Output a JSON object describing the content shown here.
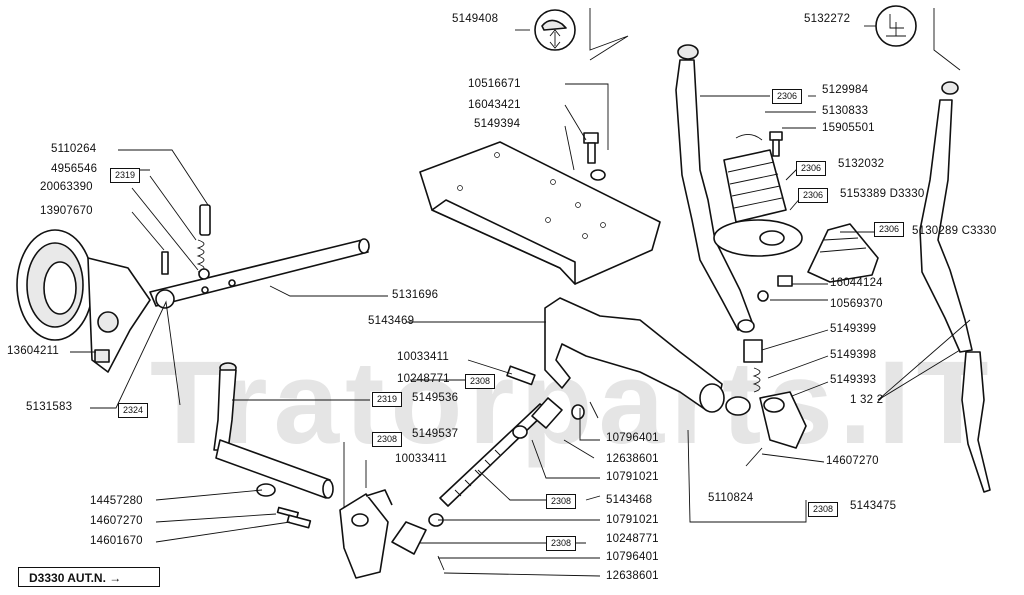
{
  "watermark": "Tratorparts.IT",
  "badge": "D3330 AUT.N. →",
  "labels": {
    "l_5149408": "5149408",
    "l_5132272": "5132272",
    "l_10516671": "10516671",
    "l_16043421": "16043421",
    "l_5149394": "5149394",
    "l_5129984": "5129984",
    "l_5130833": "5130833",
    "l_15905501": "15905501",
    "l_5132032": "5132032",
    "l_5153389": "5153389 D3330",
    "l_5130289": "5130289 C3330",
    "l_16044124": "16044124",
    "l_10569370": "10569370",
    "l_5149399": "5149399",
    "l_5149398": "5149398",
    "l_5149393": "5149393",
    "l_1322": "1 32 2",
    "l_14607270r": "14607270",
    "l_5110264": "5110264",
    "l_4956546": "4956546",
    "l_20063390": "20063390",
    "l_13907670": "13907670",
    "l_5131696": "5131696",
    "l_5143469": "5143469",
    "l_13604211": "13604211",
    "l_5131583": "5131583",
    "l_10033411a": "10033411",
    "l_10248771a": "10248771",
    "l_5149536": "5149536",
    "l_10796401a": "10796401",
    "l_12638601a": "12638601",
    "l_10791021a": "10791021",
    "l_5143468": "5143468",
    "l_5110824": "5110824",
    "l_5143475": "5143475",
    "l_5149537": "5149537",
    "l_10033411b": "10033411",
    "l_14457280": "14457280",
    "l_14607270l": "14607270",
    "l_14601670": "14601670",
    "l_10791021b": "10791021",
    "l_10248771b": "10248771",
    "l_10796401b": "10796401",
    "l_12638601b": "12638601"
  },
  "boxes": {
    "b_2306a": "2306",
    "b_2306b": "2306",
    "b_2306c": "2306",
    "b_2306d": "2306",
    "b_2319a": "2319",
    "b_2324": "2324",
    "b_2308a": "2308",
    "b_2319b": "2319",
    "b_2308b": "2308",
    "b_2308c": "2308",
    "b_2308d": "2308",
    "b_2308e": "2308"
  }
}
